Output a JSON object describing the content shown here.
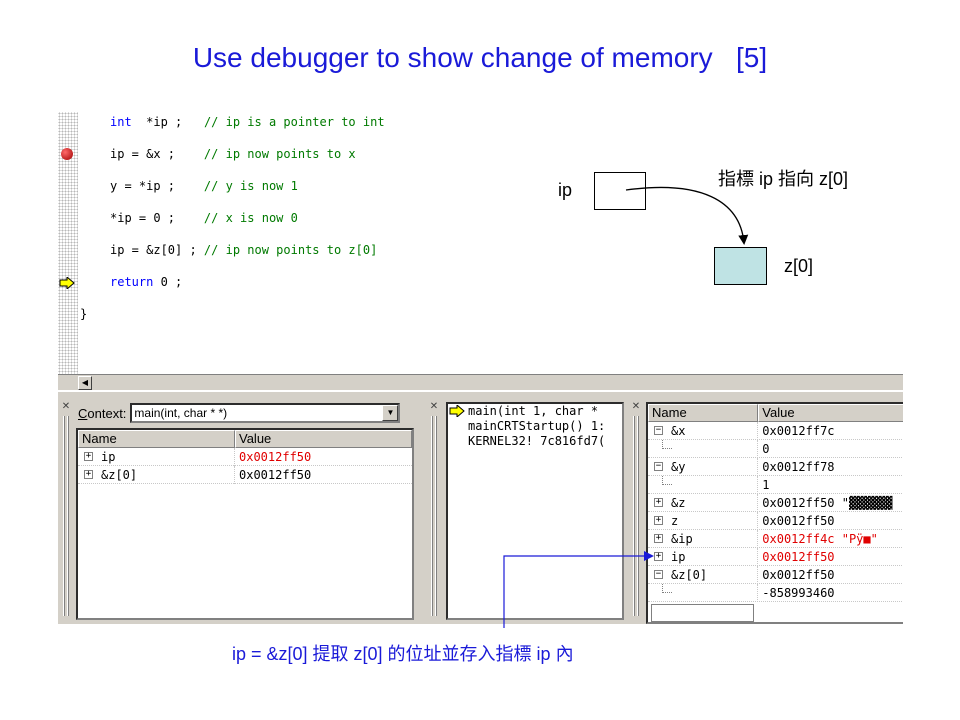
{
  "slide": {
    "title": "Use debugger to show change of memory   [5]"
  },
  "editor": {
    "lines": [
      {
        "indent": true,
        "kw": "int",
        "code": "  *ip ;   ",
        "comment": "// ip is a pointer to int"
      },
      {
        "indent": true,
        "kw": "",
        "code": "ip = &x ;    ",
        "comment": "// ip now points to x",
        "breakpoint": true
      },
      {
        "indent": true,
        "kw": "",
        "code": "y = *ip ;    ",
        "comment": "// y is now 1"
      },
      {
        "indent": true,
        "kw": "",
        "code": "*ip = 0 ;    ",
        "comment": "// x is now 0"
      },
      {
        "indent": true,
        "kw": "",
        "code": "ip = &z[0] ; ",
        "comment": "// ip now points to z[0]"
      },
      {
        "indent": true,
        "kw": "return",
        "code": " 0 ;",
        "comment": "",
        "current": true
      },
      {
        "indent": false,
        "kw": "",
        "code": "}",
        "comment": ""
      },
      {
        "indent": false,
        "kw": "",
        "code": "",
        "comment": ""
      },
      {
        "indent": false,
        "kw": "",
        "code": "",
        "comment": ""
      },
      {
        "indent": false,
        "kw": "",
        "code": "",
        "comment": "/*"
      }
    ]
  },
  "locals_panel": {
    "context_label": "ontext:",
    "context_mnemonic": "C",
    "context_value": "main(int, char * *)",
    "columns": [
      "Name",
      "Value"
    ],
    "rows": [
      {
        "expander": "+",
        "name": "ip",
        "value": "0x0012ff50",
        "changed": true
      },
      {
        "expander": "+",
        "name": "&z[0]",
        "value": "0x0012ff50",
        "changed": false
      }
    ]
  },
  "callstack_panel": {
    "frames": [
      {
        "text": "main(int 1, char *",
        "current": true
      },
      {
        "text": "mainCRTStartup() 1:",
        "current": false
      },
      {
        "text": "KERNEL32! 7c816fd7(",
        "current": false
      }
    ]
  },
  "watch_panel": {
    "columns": [
      "Name",
      "Value"
    ],
    "rows": [
      {
        "expander": "-",
        "name": "&x",
        "value": "0x0012ff7c",
        "changed": false,
        "child": false
      },
      {
        "expander": "",
        "name": "",
        "value": "0",
        "changed": false,
        "child": true
      },
      {
        "expander": "-",
        "name": "&y",
        "value": "0x0012ff78",
        "changed": false,
        "child": false
      },
      {
        "expander": "",
        "name": "",
        "value": "1",
        "changed": false,
        "child": true
      },
      {
        "expander": "+",
        "name": "&z",
        "value": "0x0012ff50 \"▓▓▓▓▓▓",
        "changed": false,
        "child": false
      },
      {
        "expander": "+",
        "name": "z",
        "value": "0x0012ff50",
        "changed": false,
        "child": false
      },
      {
        "expander": "+",
        "name": "&ip",
        "value": "0x0012ff4c \"Pÿ■\"",
        "changed": true,
        "child": false
      },
      {
        "expander": "+",
        "name": "ip",
        "value": "0x0012ff50",
        "changed": true,
        "child": false
      },
      {
        "expander": "-",
        "name": "&z[0]",
        "value": "0x0012ff50",
        "changed": false,
        "child": false
      },
      {
        "expander": "",
        "name": "",
        "value": "-858993460",
        "changed": false,
        "child": true
      }
    ]
  },
  "diagram": {
    "ip_label": "ip",
    "pointer_caption": "指標 ip 指向 z[0]",
    "z_label": "z[0]"
  },
  "caption": "ip = &z[0] 提取 z[0] 的位址並存入指標 ip 內",
  "colors": {
    "title": "#1a1ad8",
    "caption": "#1a1ad8",
    "changed_value": "#e00000",
    "keyword": "#0000ff",
    "comment": "#007a00",
    "z_box_fill": "#bfe3e4",
    "panel_bg": "#d4d0c8"
  },
  "icons": {
    "breakpoint": "breakpoint-icon",
    "current_line": "current-line-arrow-icon",
    "tree_expand": "tree-expand-icon",
    "tree_collapse": "tree-collapse-icon",
    "dropdown": "dropdown-arrow-icon",
    "close_pane": "close-icon"
  }
}
